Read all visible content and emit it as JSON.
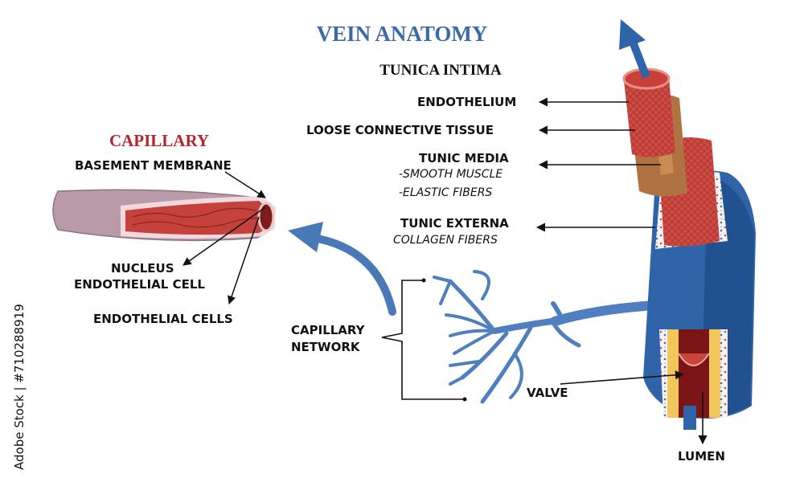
{
  "title": "VEIN  ANATOMY",
  "subtitle": "TUNICA INTIMA",
  "colors": {
    "title": "#3b6aa9",
    "capillary_title": "#b3262c",
    "vein_blue": "#2f64a8",
    "vein_dark": "#22518f",
    "intima_red": "#c9463f",
    "connective_brown": "#b07240"
  },
  "labels": {
    "endothelium": "ENDOTHELIUM",
    "loose_connective": "LOOSE CONNECTIVE TISSUE",
    "tunic_media": "TUNIC MEDIA",
    "smooth_muscle": "-SMOOTH MUSCLE",
    "elastic_fibers": "-ELASTIC FIBERS",
    "tunic_externa": "TUNIC EXTERNA",
    "collagen_fibers": "COLLAGEN FIBERS",
    "capillary_network_1": "CAPILLARY",
    "capillary_network_2": "NETWORK",
    "valve": "VALVE",
    "lumen": "LUMEN"
  },
  "capillary": {
    "title": "CAPILLARY",
    "basement_membrane": "BASEMENT MEMBRANE",
    "nucleus_1": "NUCLEUS",
    "nucleus_2": "ENDOTHELIAL CELL",
    "endothelial_cells": "ENDOTHELIAL CELLS"
  },
  "watermark": "Adobe Stock | #710288919",
  "icons": [
    "flow-direction-arrow-icon",
    "curved-flow-arrow-icon"
  ]
}
